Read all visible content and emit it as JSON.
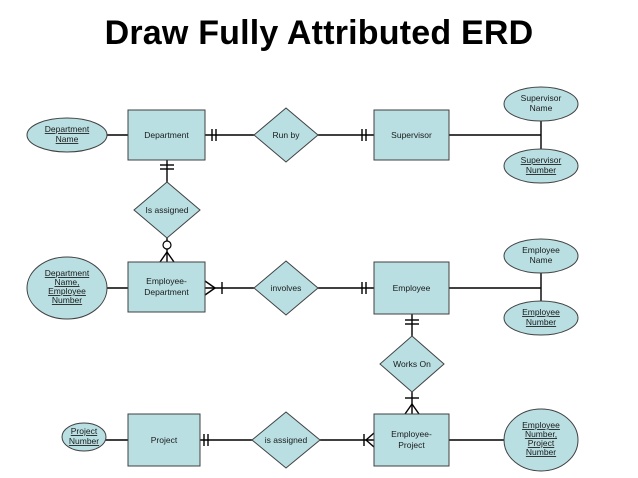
{
  "title": "Draw Fully Attributed ERD",
  "entities": {
    "department": "Department",
    "supervisor": "Supervisor",
    "employee_department": [
      "Employee-",
      "Department"
    ],
    "employee": "Employee",
    "project": "Project",
    "employee_project": [
      "Employee-",
      "Project"
    ]
  },
  "relationships": {
    "run_by": "Run by",
    "is_assigned_top": "Is assigned",
    "involves": "involves",
    "works_on": "Works On",
    "is_assigned_bottom": "is assigned"
  },
  "attributes": {
    "department_name": [
      "Department",
      "Name"
    ],
    "supervisor_name": [
      "Supervisor",
      "Name"
    ],
    "supervisor_number": [
      "Supervisor",
      "Number"
    ],
    "dept_name_emp_number": [
      "Department",
      "Name,",
      "Employee",
      "Number"
    ],
    "employee_name": [
      "Employee",
      "Name"
    ],
    "employee_number": [
      "Employee",
      "Number"
    ],
    "project_number": [
      "Project",
      "Number"
    ],
    "emp_number_project_number": [
      "Employee",
      "Number,",
      "Project",
      "Number"
    ]
  },
  "colors": {
    "shape_fill": "#b9dfe2",
    "shape_stroke": "#404040",
    "line": "#000000"
  }
}
